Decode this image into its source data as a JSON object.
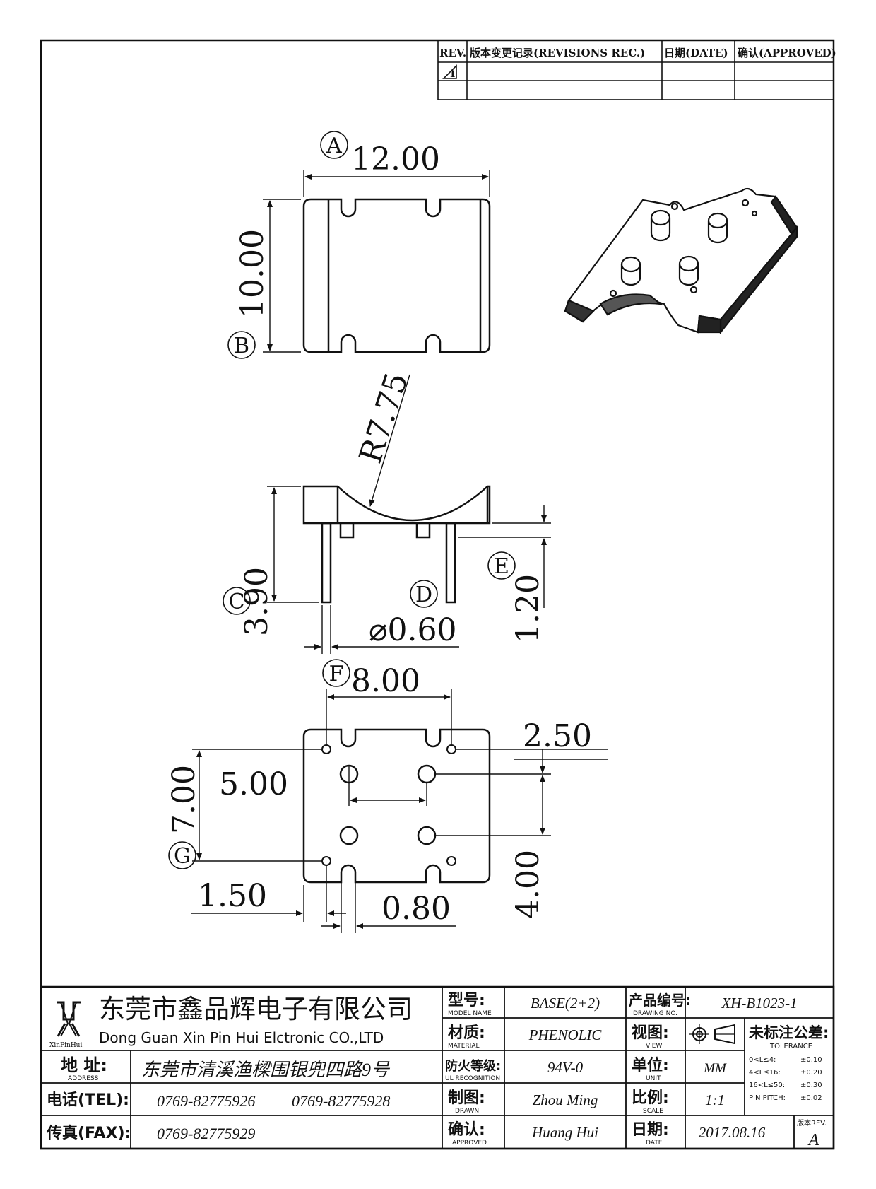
{
  "revision_block": {
    "rev_header": "REV.",
    "revisions_header": "版本变更记录(REVISIONS REC.)",
    "date_header": "日期(DATE)",
    "approved_header": "确认(APPROVED)",
    "rev_symbol": "1"
  },
  "dimensions": {
    "A": "12.00",
    "B": "10.00",
    "radius": "R7.75",
    "C": "3.90",
    "D": "⌀0.60",
    "E": "1.20",
    "F": "8.00",
    "pitch_x": "5.00",
    "offset_y": "2.50",
    "G": "7.00",
    "pitch_y": "4.00",
    "edge": "1.50",
    "slot": "0.80"
  },
  "labels": {
    "A": "A",
    "B": "B",
    "C": "C",
    "D": "D",
    "E": "E",
    "F": "F",
    "G": "G"
  },
  "title_block": {
    "company_cn": "东莞市鑫品辉电子有限公司",
    "company_en": "Dong Guan Xin Pin Hui Elctronic CO.,LTD",
    "logo_text": "XinPinHui",
    "address_label": "地 址:",
    "address_label_en": "ADDRESS",
    "address_value": "东莞市清溪渔樑围银兜四路9号",
    "tel_label": "电话(TEL):",
    "tel_value_1": "0769-82775926",
    "tel_value_2": "0769-82775928",
    "fax_label": "传真(FAX):",
    "fax_value": "0769-82775929",
    "model_label": "型号:",
    "model_label_en": "MODEL NAME",
    "model_value": "BASE(2+2)",
    "material_label": "材质:",
    "material_label_en": "MATERIAL",
    "material_value": "PHENOLIC",
    "flame_label": "防火等级:",
    "flame_label_en": "UL RECOGNITION",
    "flame_value": "94V-0",
    "drawn_label": "制图:",
    "drawn_label_en": "DRAWN",
    "drawn_value": "Zhou Ming",
    "approved_label": "确认:",
    "approved_label_en": "APPROVED",
    "approved_value": "Huang Hui",
    "drawing_no_label": "产品编号:",
    "drawing_no_label_en": "DRAWING NO.",
    "drawing_no_value": "XH-B1023-1",
    "view_label": "视图:",
    "view_label_en": "VIEW",
    "unit_label": "单位:",
    "unit_label_en": "UNIT",
    "unit_value": "MM",
    "scale_label": "比例:",
    "scale_label_en": "SCALE",
    "scale_value": "1:1",
    "date_label": "日期:",
    "date_label_en": "DATE",
    "date_value": "2017.08.16",
    "tolerance_label": "未标注公差:",
    "tolerance_label_en": "TOLERANCE",
    "tolerance_rows": [
      {
        "range": "0<L≤4:",
        "value": "±0.10"
      },
      {
        "range": "4<L≤16:",
        "value": "±0.20"
      },
      {
        "range": "16<L≤50:",
        "value": "±0.30"
      },
      {
        "range": "PIN PITCH:",
        "value": "±0.02"
      }
    ],
    "rev_label": "版本REV.",
    "rev_value": "A"
  }
}
